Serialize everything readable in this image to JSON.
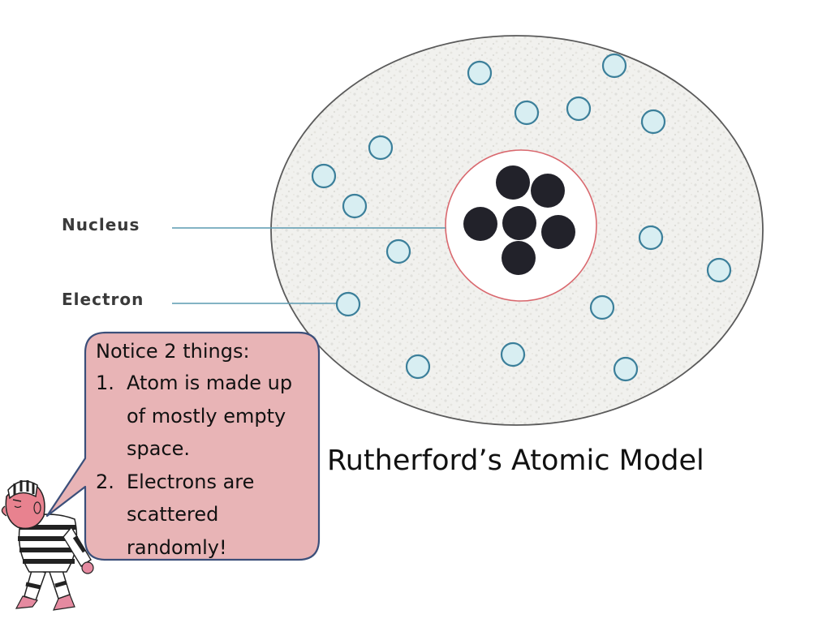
{
  "diagram": {
    "labels": {
      "nucleus": "Nucleus",
      "electron": "Electron"
    },
    "caption": "Rutherford’s Atomic Model",
    "callout": {
      "heading": "Notice 2 things:",
      "items": [
        {
          "number": "1.",
          "text": "Atom is made up of mostly empty space."
        },
        {
          "number": "2.",
          "text": "Electrons are scattered randomly!"
        }
      ]
    },
    "colors": {
      "atom_fill": "#f1f1ee",
      "atom_outline": "#5a5a5a",
      "nucleus_outline": "#d9686e",
      "proton": "#22222a",
      "electron_fill": "#d8eef2",
      "electron_outline": "#3b7f9a",
      "leader_line": "#5a9ab0",
      "callout_fill": "#e8b4b6",
      "callout_border": "#3b4f7a"
    },
    "icons": {
      "character": "cartoon-prisoner-character"
    }
  }
}
